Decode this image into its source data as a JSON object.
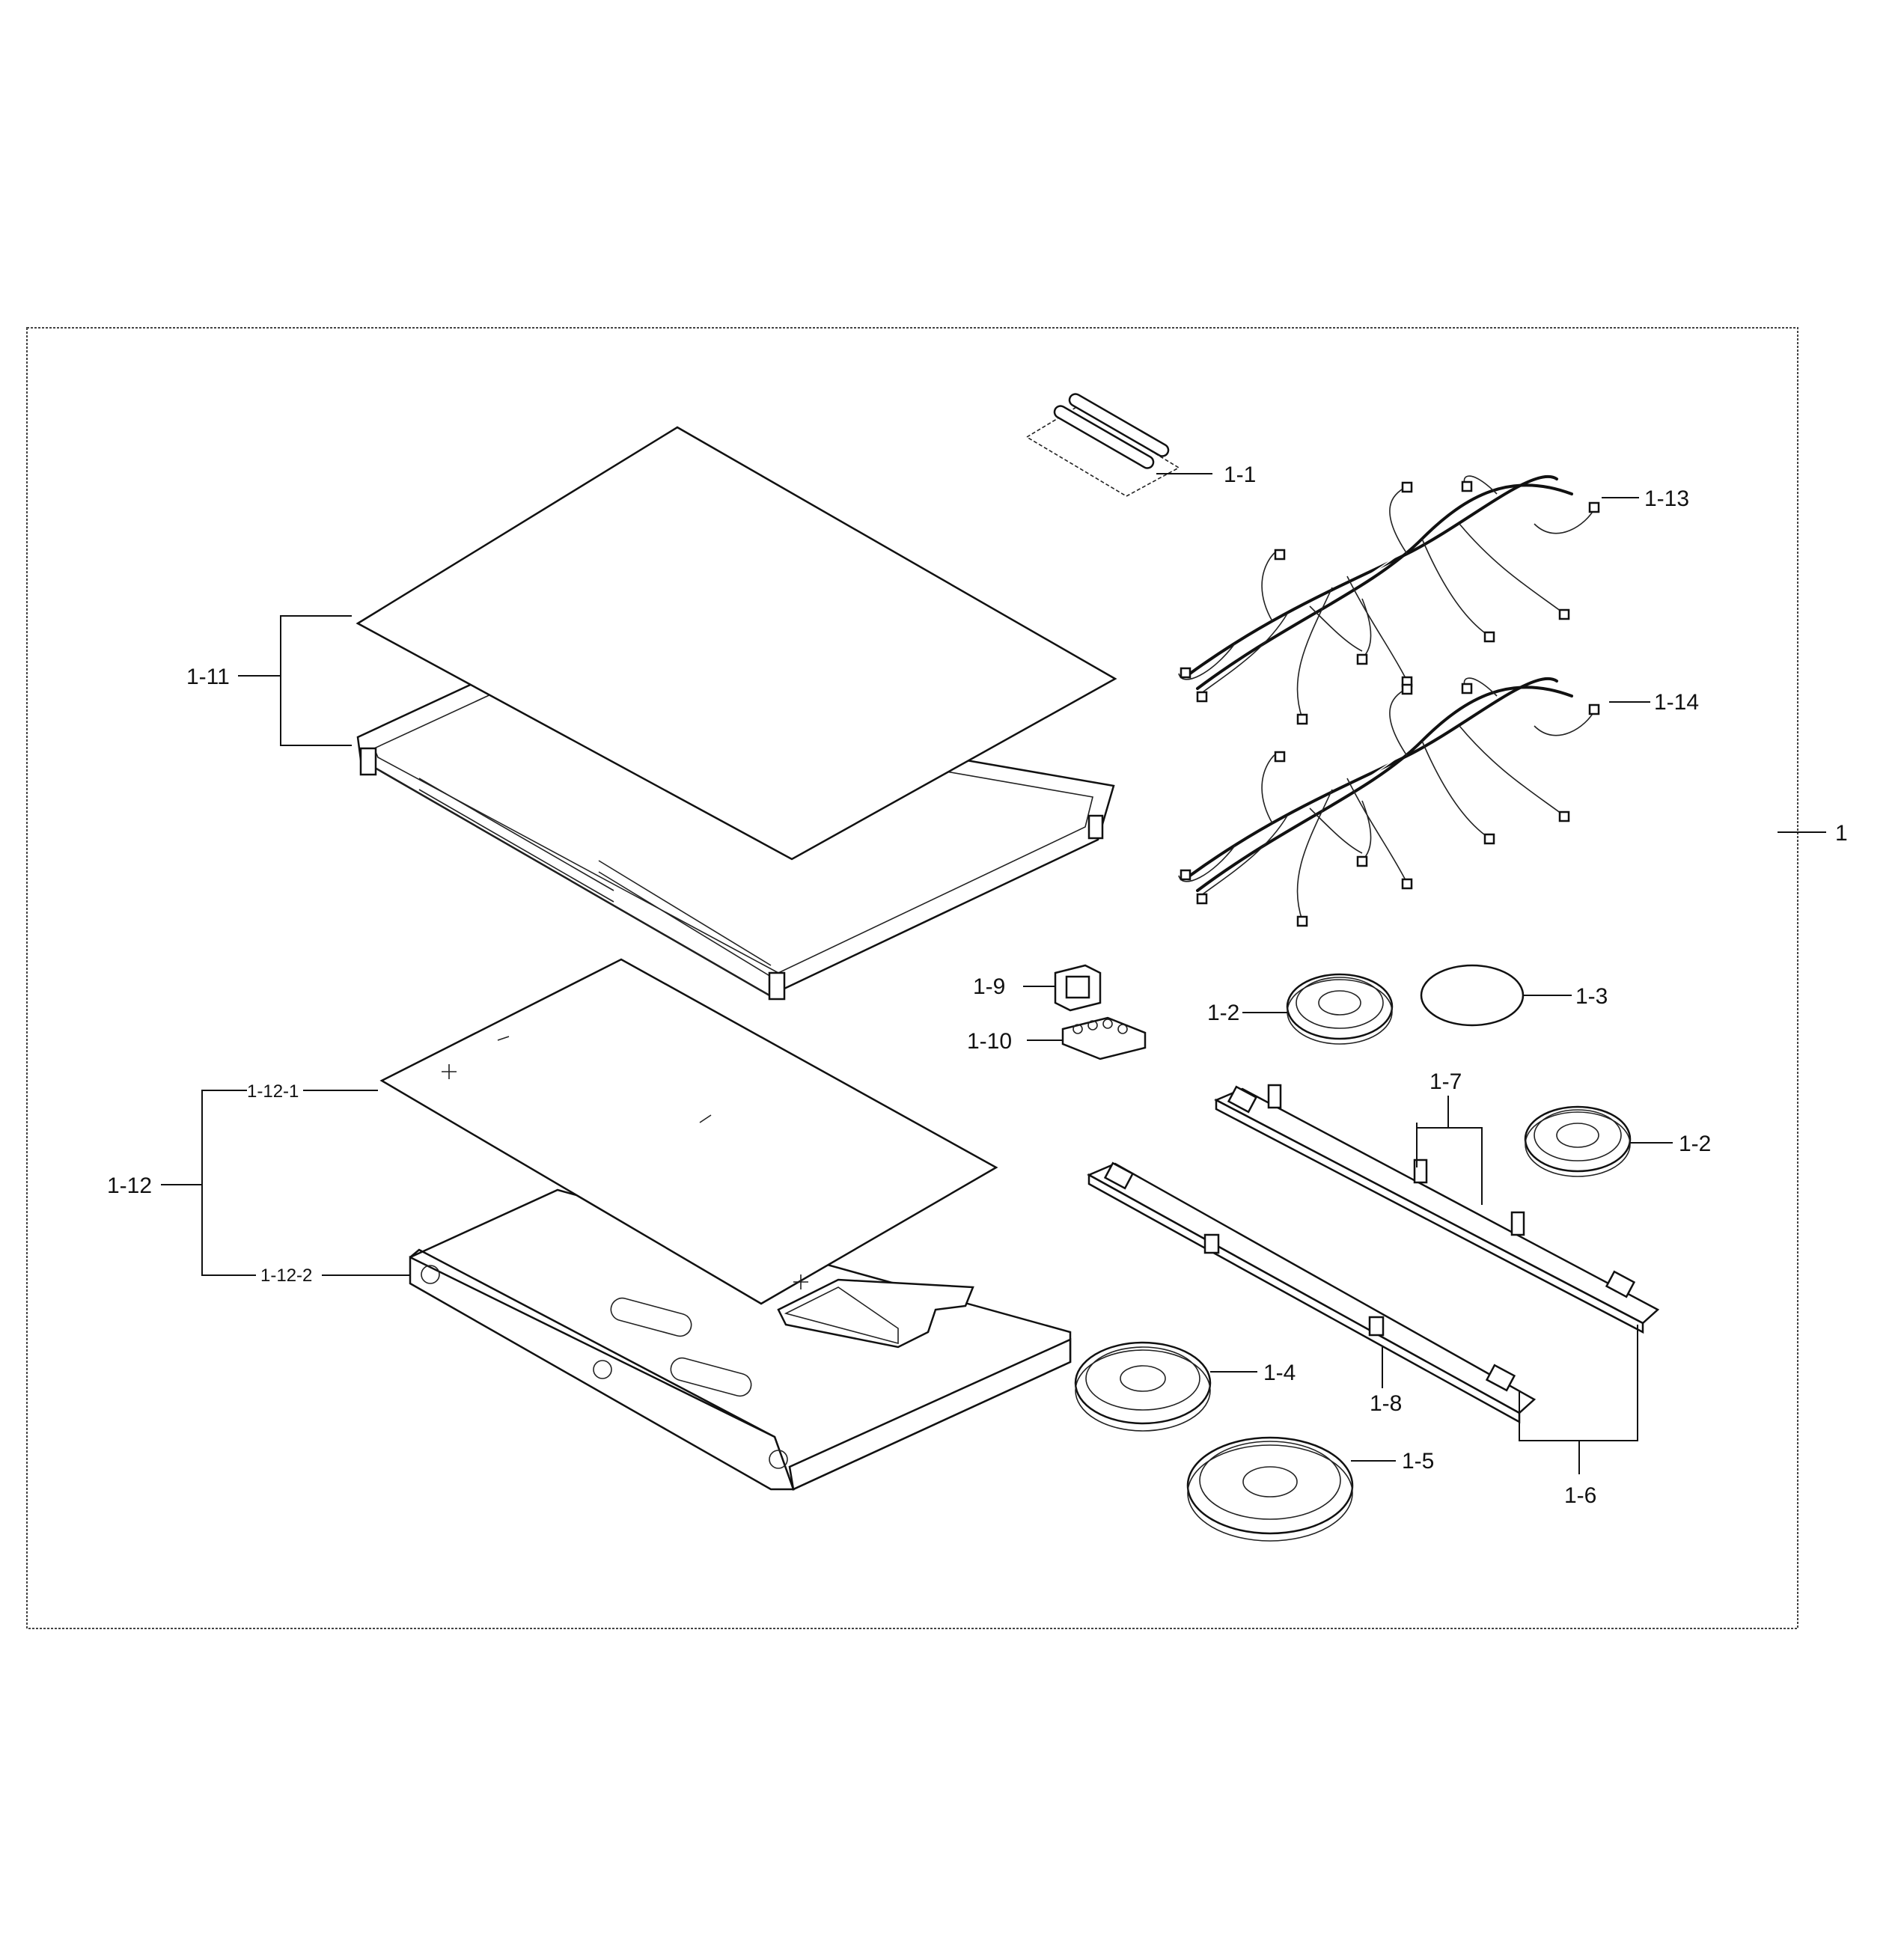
{
  "diagram": {
    "labels": {
      "l1": "1",
      "l1_1": "1-1",
      "l1_2a": "1-2",
      "l1_2b": "1-2",
      "l1_3": "1-3",
      "l1_4": "1-4",
      "l1_5": "1-5",
      "l1_6": "1-6",
      "l1_7": "1-7",
      "l1_8": "1-8",
      "l1_9": "1-9",
      "l1_10": "1-10",
      "l1_11": "1-11",
      "l1_12": "1-12",
      "l1_12_1": "1-12-1",
      "l1_12_2": "1-12-2",
      "l1_13": "1-13",
      "l1_14": "1-14"
    }
  }
}
